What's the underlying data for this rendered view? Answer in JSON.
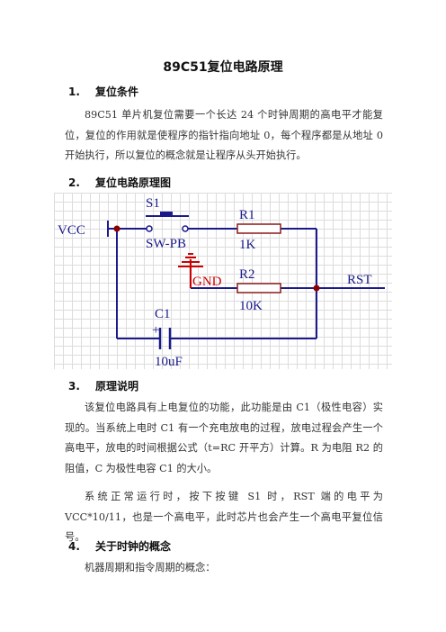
{
  "doc": {
    "title": "89C51复位电路原理",
    "sections": [
      {
        "num": "1.",
        "heading": "复位条件"
      },
      {
        "num": "2.",
        "heading": "复位电路原理图"
      },
      {
        "num": "3.",
        "heading": "原理说明"
      },
      {
        "num": "4.",
        "heading": "关于时钟的概念"
      }
    ],
    "para1": "89C51 单片机复位需要一个长达 24 个时钟周期的高电平才能复位，复位的作用就是使程序的指针指向地址 0，每个程序都是从地址 0 开始执行，所以复位的概念就是让程序从头开始执行。",
    "para2": "该复位电路具有上电复位的功能，此功能是由 C1（极性电容）实现的。当系统上电时 C1 有一个充电放电的过程，放电过程会产生一个高电平，放电的时间根据公式（t=RC 开平方）计算。R 为电阻 R2 的阻值，C 为极性电容 C1 的大小。",
    "para3": "系统正常运行时，按下按键 S1 时，RST 端的电平为 VCC*10/11，也是一个高电平，此时芯片也会产生一个高电平复位信号。",
    "para4": "机器周期和指令周期的概念："
  },
  "circuit": {
    "vcc": "VCC",
    "s1": "S1",
    "sw": "SW-PB",
    "r1": "R1",
    "r1_val": "1K",
    "r2": "R2",
    "r2_val": "10K",
    "gnd": "GND",
    "rst": "RST",
    "c1": "C1",
    "c1_val": "10uF",
    "plus": "+",
    "colors": {
      "wire": "#1a1a8c",
      "gnd": "#cc0000",
      "node": "#8b0000",
      "resistor": "#8b1a1a",
      "grid": "#dcdcdc"
    }
  }
}
